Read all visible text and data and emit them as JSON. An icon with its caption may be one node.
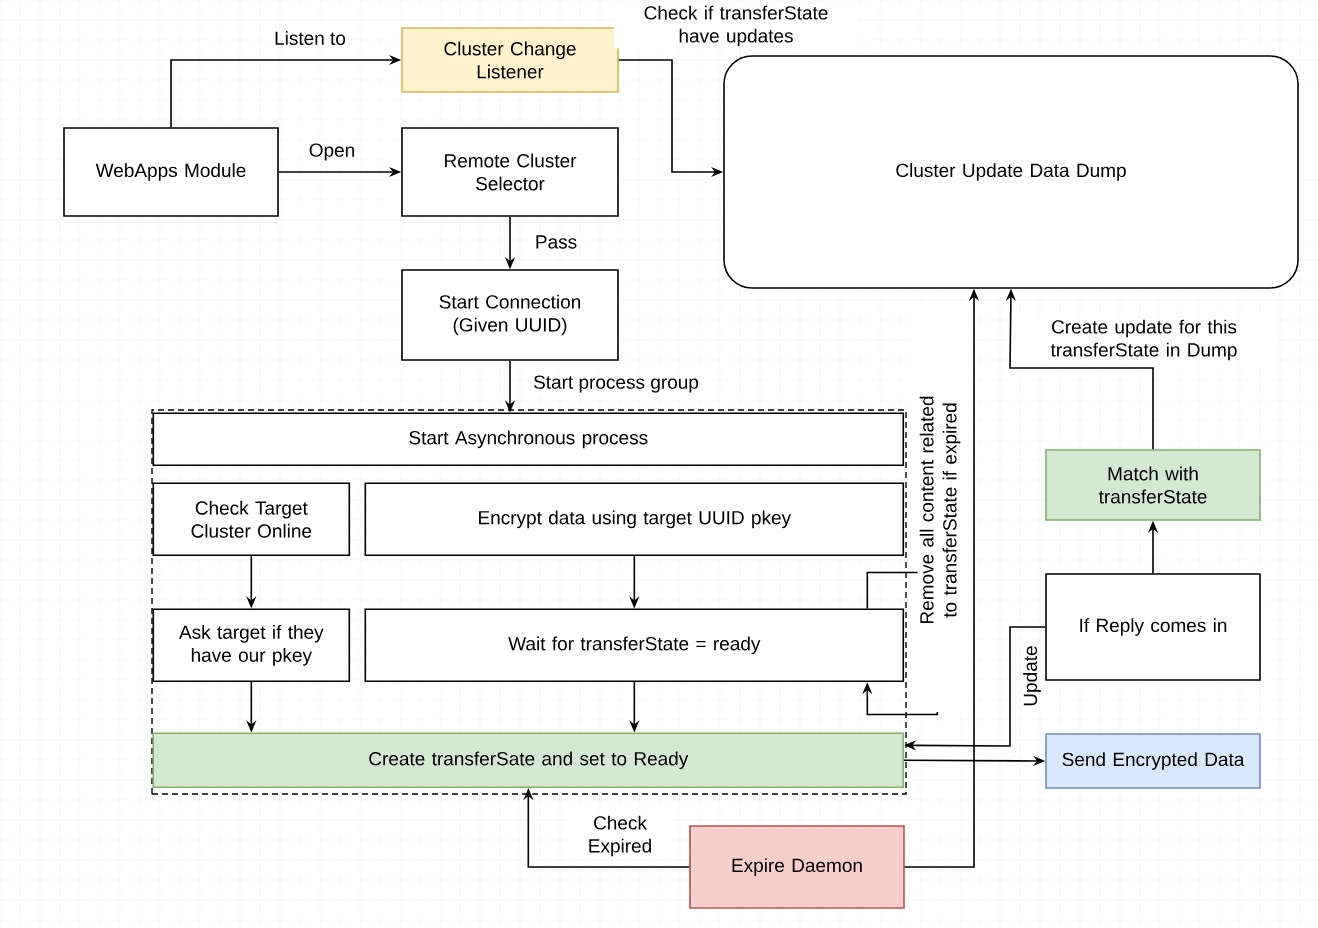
{
  "diagram": {
    "nodes": [
      {
        "text": [
          "WebApps Module"
        ]
      },
      {
        "text": [
          "Cluster Change Listener"
        ]
      },
      {
        "text": [
          "Remote Cluster Selector"
        ]
      },
      {
        "text": [
          "Cluster Update Data Dump"
        ]
      },
      {
        "text": [
          "Start Connection (Given UUID)"
        ]
      },
      {
        "text": [],
        "shape": "box"
      },
      {
        "text": [
          "Start Asynchronous process"
        ],
        "in": 5
      },
      {
        "text": [
          "Check Target Cluster Online"
        ],
        "in": 5
      },
      {
        "text": [
          "Encrypt data using target UUID pkey"
        ],
        "in": 5
      },
      {
        "text": [
          "Match with transferState"
        ]
      },
      {
        "text": [
          "Ask target if they have our pkey"
        ],
        "in": 5
      },
      {
        "text": [
          "Wait for transferState = ready"
        ],
        "in": 5
      },
      {
        "text": [
          "If Reply comes in"
        ]
      },
      {
        "text": [
          "Create transferSate and set to Ready"
        ],
        "in": 5
      },
      {
        "text": [
          "Send Encrypted Data"
        ]
      },
      {
        "text": [
          "Expire Daemon"
        ]
      }
    ],
    "edges": [
      {
        "from": 0,
        "to": 1,
        "arrow": "to",
        "label": "Listen to"
      },
      {
        "from": 0,
        "to": 2,
        "arrow": "to",
        "label": "Open"
      },
      {
        "from": 1,
        "to": 3,
        "arrow": "to",
        "label": "Check if transferState have updates"
      },
      {
        "from": 2,
        "to": 4,
        "arrow": "to",
        "label": "Pass"
      },
      {
        "from": 4,
        "to": 6,
        "arrow": "to",
        "label": "Start process group"
      },
      {
        "from": 7,
        "to": 10,
        "arrow": "to"
      },
      {
        "from": 8,
        "to": 11,
        "arrow": "to"
      },
      {
        "from": 11,
        "to": 11,
        "arrow": "to"
      },
      {
        "from": 10,
        "to": 13,
        "arrow": "to"
      },
      {
        "from": 11,
        "to": 13,
        "arrow": "to"
      },
      {
        "from": 12,
        "to": 13,
        "arrow": "to",
        "label": "Update"
      },
      {
        "from": 13,
        "to": 14,
        "arrow": "to"
      },
      {
        "from": 12,
        "to": 9,
        "arrow": "to"
      },
      {
        "from": 9,
        "to": 3,
        "arrow": "to",
        "label": "Create update for this transferState in Dump"
      },
      {
        "from": 15,
        "to": 3,
        "arrow": "to",
        "label": "Remove all content related to transferState if expired"
      },
      {
        "from": 15,
        "to": 13,
        "arrow": "to",
        "label": "Check Expired"
      }
    ]
  }
}
